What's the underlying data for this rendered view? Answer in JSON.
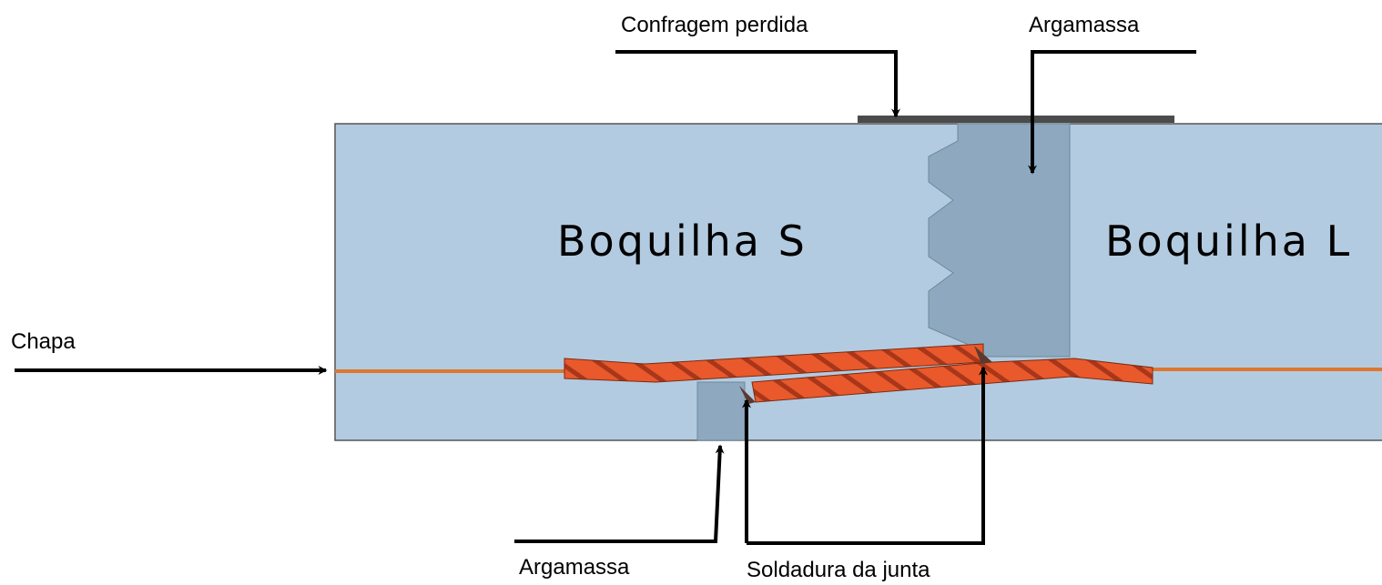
{
  "diagram": {
    "labels": {
      "confragem": "Confragem perdida",
      "argamassa_top": "Argamassa",
      "chapa": "Chapa",
      "argamassa_bottom": "Argamassa",
      "soldadura": "Soldadura da junta"
    },
    "regions": {
      "left": "Boquilha S",
      "right": "Boquilha L"
    },
    "colors": {
      "concrete": "#b3cbe0",
      "mortar": "#8ea9bf",
      "form_plate": "#4b4b4b",
      "weld_fill": "#e9592b",
      "weld_stripe": "#a8361a",
      "rebar": "#e0762f",
      "arrow": "#000000"
    }
  }
}
